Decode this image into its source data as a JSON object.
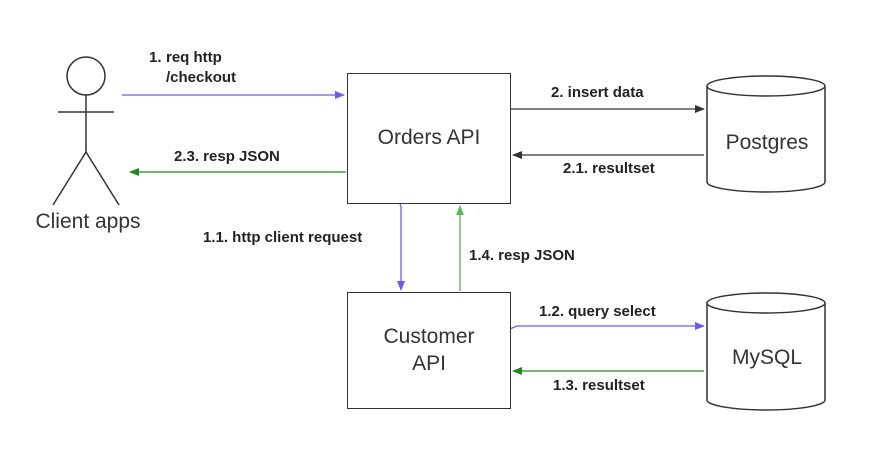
{
  "nodes": {
    "client": "Client apps",
    "orders": "Orders API",
    "customer": "Customer\nAPI",
    "postgres": "Postgres",
    "mysql": "MySQL"
  },
  "edges": {
    "e1": {
      "num": "1.",
      "text": "req http",
      "text2": "/checkout"
    },
    "e11": "1.1. http client request",
    "e12": "1.2. query select",
    "e13": "1.3. resultset",
    "e14": "1.4. resp JSON",
    "e2": "2. insert data",
    "e21": "2.1. resultset",
    "e23": "2.3. resp JSON"
  },
  "colors": {
    "request": "#6a5cf0",
    "response": "#1e8a1e",
    "data": "#333333",
    "response_light": "#55bb55"
  }
}
